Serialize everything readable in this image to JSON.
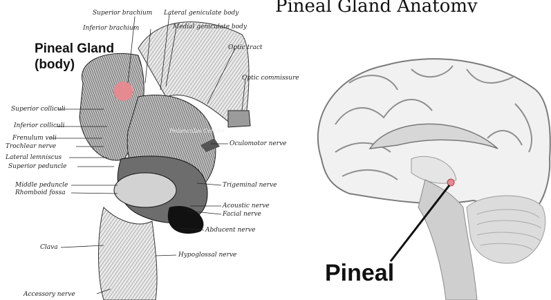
{
  "strip_text": "Pineal Gland Anatomy",
  "left": {
    "title": "Pineal Gland",
    "subtitle": "(body)",
    "labels": {
      "superior_brachium": "Superior brachium",
      "lateral_geniculate": "Lateral geniculate body",
      "inferior_brachium": "Inferior brachium",
      "medial_geniculate": "Medial geniculate body",
      "optic_tract": "Optic tract",
      "optic_commissure": "Optic commissure",
      "superior_colliculi": "Superior colliculi",
      "inferior_colliculi": "Inferior colliculi",
      "frenulum_veli": "Frenulum veli",
      "trochlear_nerve": "Trochlear nerve",
      "lateral_lemniscus": "Lateral lemniscus",
      "superior_peduncle": "Superior peduncle",
      "middle_peduncle": "Middle peduncle",
      "rhomboid_fossa": "Rhomboid fossa",
      "clava": "Clava",
      "accessory_nerve": "Accessory nerve",
      "oculomotor_nerve": "Oculomotor nerve",
      "trigeminal_nerve": "Trigeminal nerve",
      "acoustic_nerve": "Acoustic nerve",
      "facial_nerve": "Facial nerve",
      "abducent_nerve": "Abducent nerve",
      "hypoglossal_nerve": "Hypoglossal nerve",
      "pedunculus_cerebri": "Pedunculus Cerebri"
    }
  },
  "right": {
    "label": "Pineal"
  },
  "colors": {
    "pineal_highlight": "#e58a90",
    "brain_fill": "#f1f1f1",
    "line": "#222222"
  }
}
